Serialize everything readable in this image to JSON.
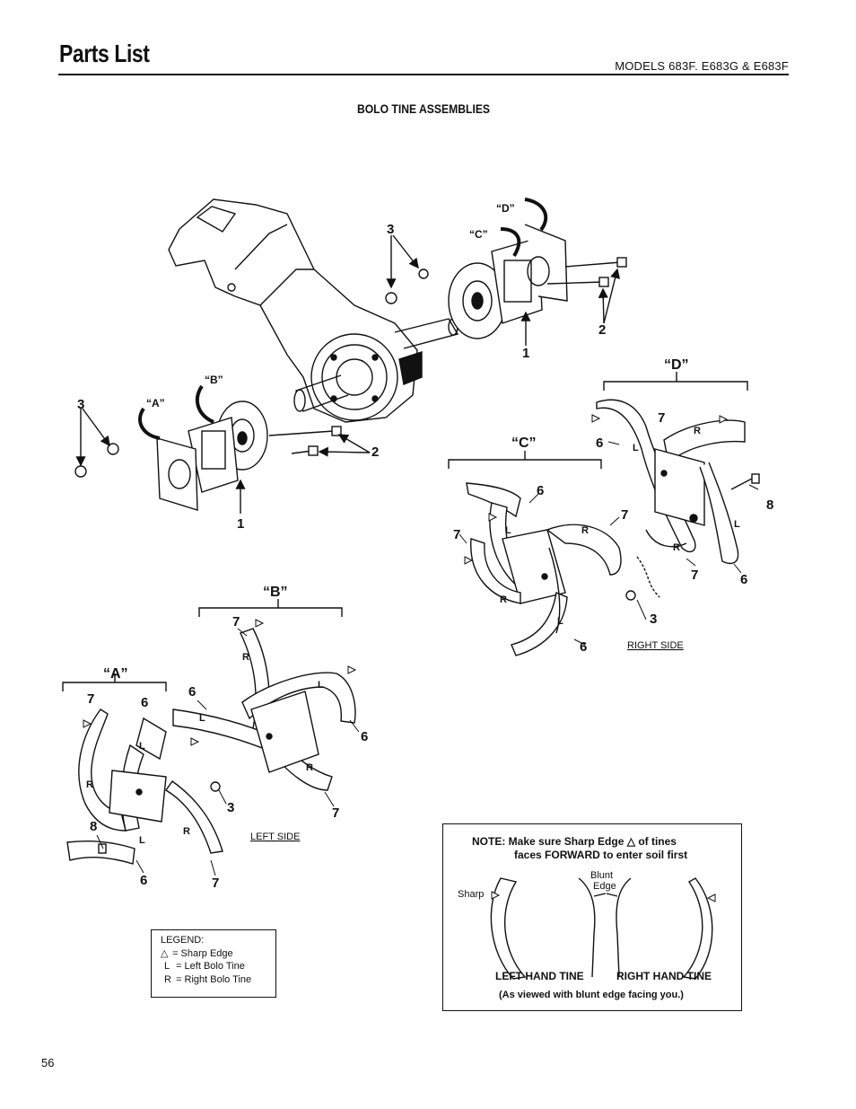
{
  "header": {
    "title": "Parts List",
    "models": "MODELS  683F. E683G & E683F"
  },
  "section_title": "BOLO TINE ASSEMBLIES",
  "callouts": {
    "a": "“A”",
    "b": "“B”",
    "c": "“C”",
    "d": "“D”",
    "n1": "1",
    "n2": "2",
    "n3": "3",
    "n6": "6",
    "n7": "7",
    "n8": "8",
    "letter_l": "L",
    "letter_r": "R"
  },
  "side_labels": {
    "left": "LEFT SIDE",
    "right": "RIGHT SIDE"
  },
  "legend": {
    "title": "LEGEND:",
    "sharp": "= Sharp Edge",
    "left_symbol": "L",
    "left": "=  Left Bolo Tine",
    "right_symbol": "R",
    "right": "=  Right Bolo Tine"
  },
  "note": {
    "line1_prefix": "NOTE:  Make sure Sharp Edge",
    "line1_suffix": "of tines",
    "line2": "faces FORWARD to enter soil first",
    "blunt": "Blunt",
    "edge": "Edge",
    "sharp": "Sharp",
    "left_hand": "LEFT HAND TINE",
    "right_hand": "RIGHT HAND TINE",
    "viewed": "(As viewed with blunt edge facing you.)"
  },
  "page_number": "56"
}
